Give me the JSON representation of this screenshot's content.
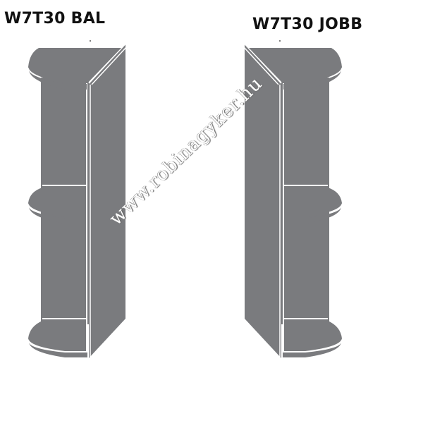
{
  "diagram": {
    "left": {
      "label": "W7T30 BAL"
    },
    "right": {
      "label": "W7T30 JOBB"
    },
    "watermark": "www.robinagyker.hu",
    "colors": {
      "panel": "#7a7b7e",
      "edge": "#ffffff",
      "background": "#ffffff",
      "text": "#111111"
    }
  }
}
